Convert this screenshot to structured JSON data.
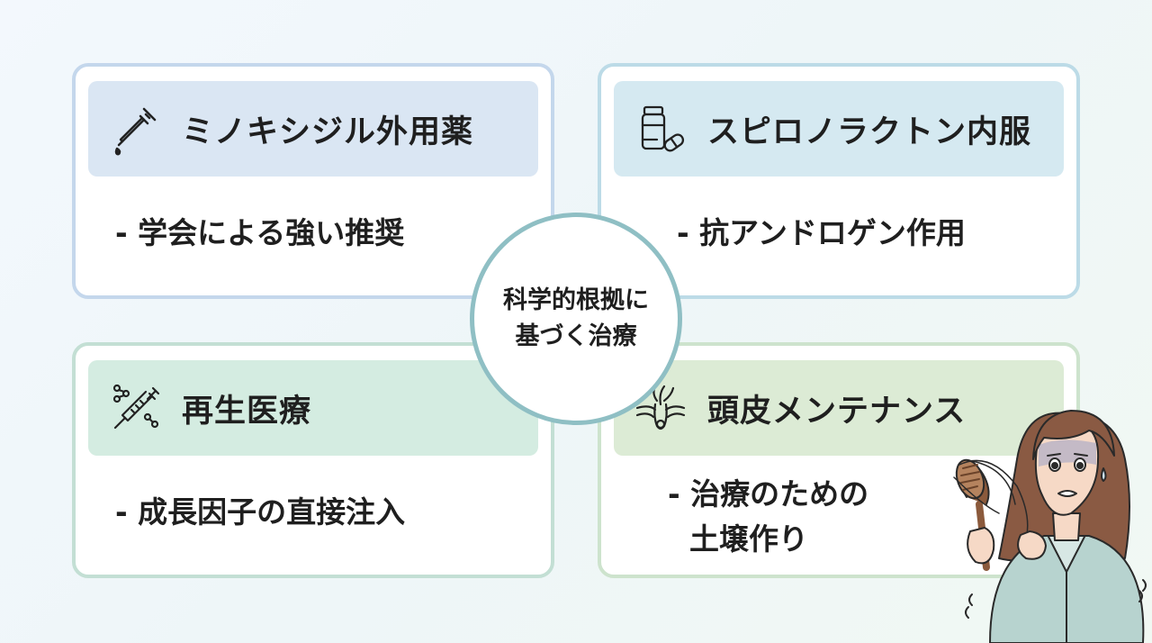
{
  "center": {
    "line1": "科学的根拠に",
    "line2": "基づく治療"
  },
  "cards": [
    {
      "title": "ミノキシジル外用薬",
      "icon": "dropper-icon",
      "lines": [
        "- 学会による強い推奨"
      ]
    },
    {
      "title": "スピロノラクトン内服",
      "icon": "pill-bottle-icon",
      "lines": [
        "- 抗アンドロゲン作用"
      ]
    },
    {
      "title": "再生医療",
      "icon": "syringe-molecule-icon",
      "lines": [
        "- 成長因子の直接注入"
      ]
    },
    {
      "title": "頭皮メンテナンス",
      "icon": "hair-follicle-icon",
      "lines": [
        "- 治療のための",
        "土壌作り"
      ]
    }
  ],
  "colors": {
    "card1_header": "#dae6f3",
    "card2_header": "#d5e9f1",
    "card3_header": "#d4ece1",
    "card4_header": "#dcebd5",
    "center_border": "#8fbfc4"
  }
}
